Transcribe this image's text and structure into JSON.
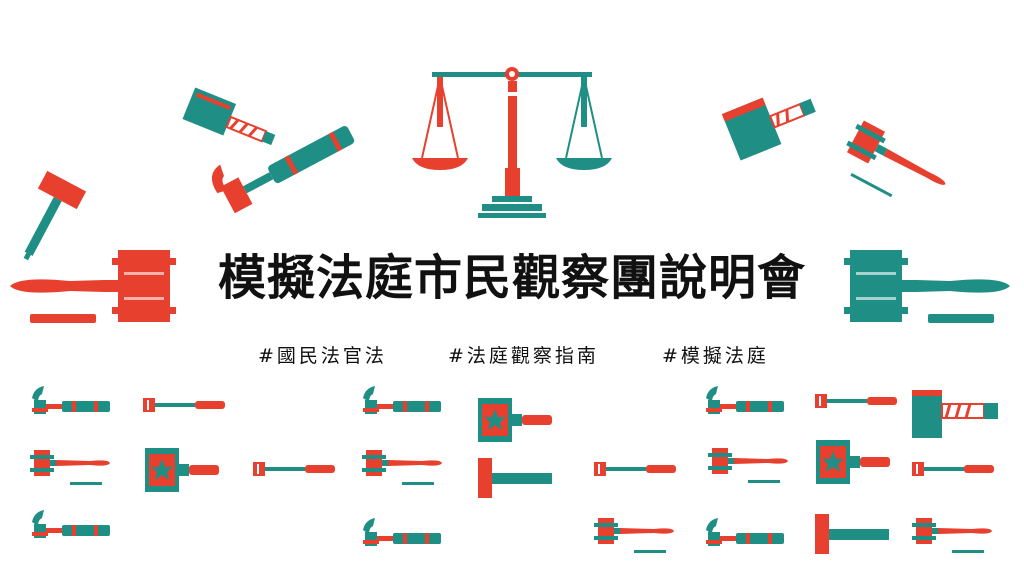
{
  "title": "模擬法庭市民觀察團說明會",
  "hashtags": [
    "#國民法官法",
    "#法庭觀察指南",
    "#模擬法庭"
  ],
  "colors": {
    "red": "#e8402f",
    "teal": "#1f8e84",
    "dark": "#111111",
    "white": "#ffffff"
  }
}
